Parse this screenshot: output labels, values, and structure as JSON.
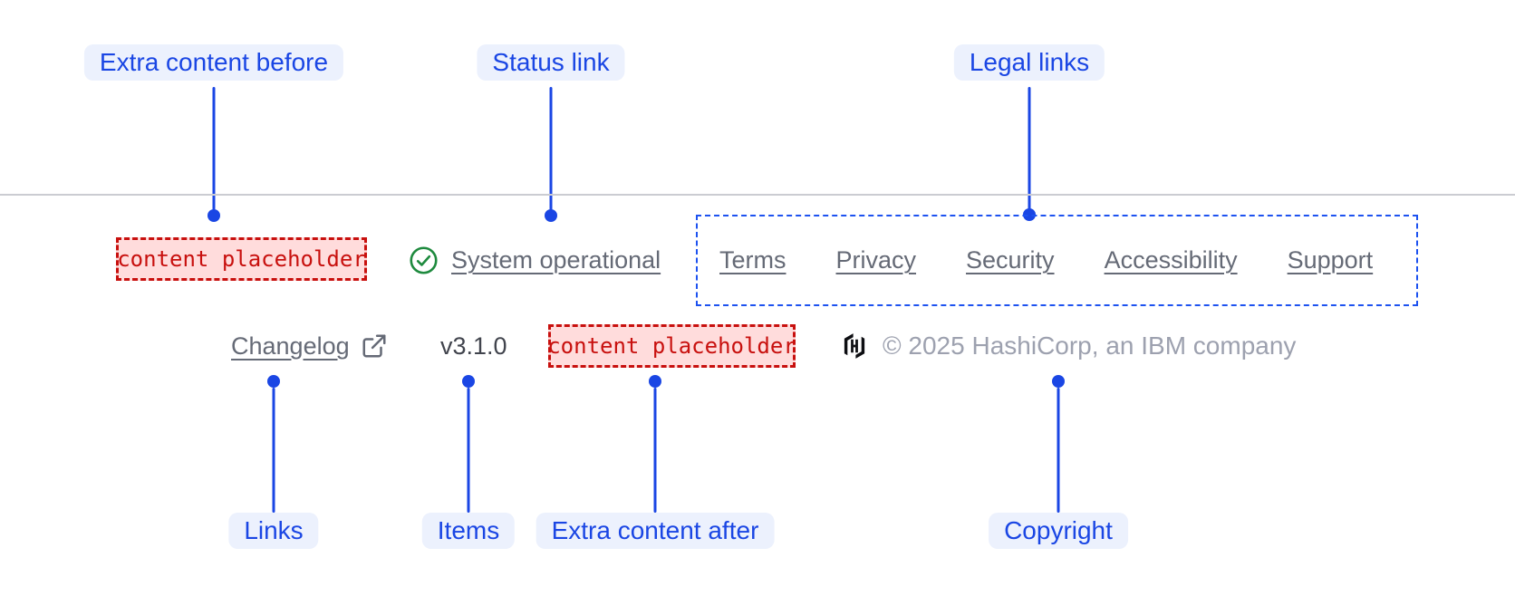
{
  "annotations": {
    "top": [
      {
        "label": "Extra content before"
      },
      {
        "label": "Status link"
      },
      {
        "label": "Legal links"
      }
    ],
    "bottom": [
      {
        "label": "Links"
      },
      {
        "label": "Items"
      },
      {
        "label": "Extra content after"
      },
      {
        "label": "Copyright"
      }
    ]
  },
  "footer": {
    "extra_content_before": {
      "placeholder": "content placeholder"
    },
    "status": {
      "label": "System operational",
      "icon": "check-circle-icon"
    },
    "legal_links": [
      "Terms",
      "Privacy",
      "Security",
      "Accessibility",
      "Support"
    ],
    "links": [
      {
        "label": "Changelog",
        "icon": "external-link-icon"
      }
    ],
    "items": {
      "version": "v3.1.0"
    },
    "extra_content_after": {
      "placeholder": "content placeholder"
    },
    "copyright": {
      "logo": "hashicorp-logo",
      "text": "© 2025 HashiCorp, an IBM company"
    }
  },
  "colors": {
    "annotation_blue": "#1a46e4",
    "annotation_pill_bg": "#ecf1fd",
    "legal_border_blue": "#1d52f0",
    "placeholder_red": "#c8100e",
    "placeholder_bg": "#ffdcdc",
    "status_green": "#1e8a3e",
    "link_gray": "#656a76",
    "version_gray": "#41444d",
    "copyright_gray": "#9da1af",
    "divider_gray": "#cbccd2",
    "logo_black": "#0d0e12"
  }
}
